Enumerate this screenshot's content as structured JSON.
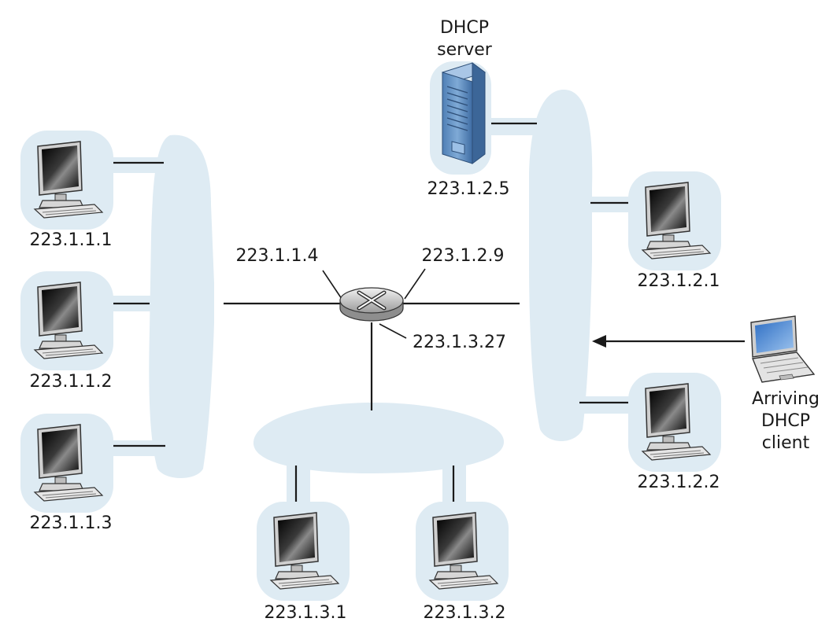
{
  "colors": {
    "blob": "#deebf3",
    "line": "#1a1a1a",
    "screen_dark": "#141414",
    "computer_body": "#d9d9d9",
    "server_blue": "#6f9ccc",
    "laptop_screen": "#5d8fd0"
  },
  "dhcp_server": {
    "label_line1": "DHCP",
    "label_line2": "server",
    "ip": "223.1.2.5",
    "icon": "server-tower-icon"
  },
  "router": {
    "icon": "router-icon",
    "if_subnet1": "223.1.1.4",
    "if_subnet2": "223.1.2.9",
    "if_subnet3": "223.1.3.27"
  },
  "subnet1_hosts": [
    "223.1.1.1",
    "223.1.1.2",
    "223.1.1.3"
  ],
  "subnet2_hosts": [
    "223.1.2.1",
    "223.1.2.2"
  ],
  "subnet3_hosts": [
    "223.1.3.1",
    "223.1.3.2"
  ],
  "arriving_client": {
    "label_line1": "Arriving",
    "label_line2": "DHCP",
    "label_line3": "client",
    "icon": "laptop-icon"
  }
}
